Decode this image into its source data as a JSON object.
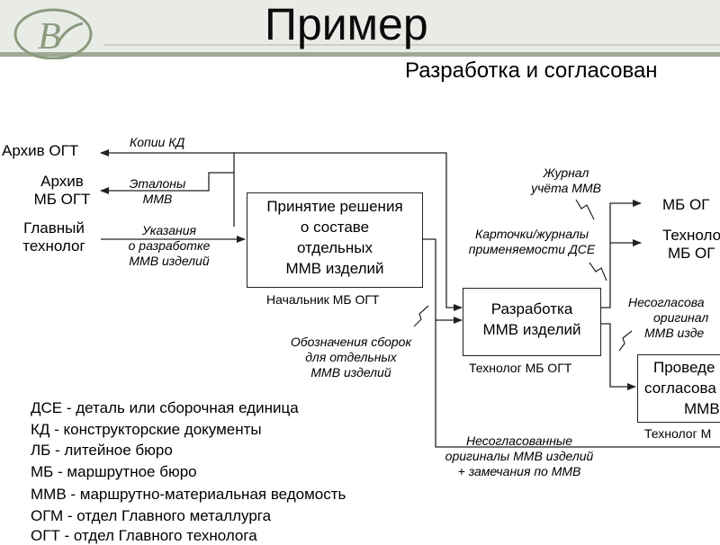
{
  "slide": {
    "title": "Пример",
    "subtitle": "Разработка и согласован"
  },
  "left_labels": {
    "archive_ogt": "Архив ОГТ",
    "archive_mb_line1": "Архив",
    "archive_mb_line2": "МБ ОГТ",
    "chief_line1": "Главный",
    "chief_line2": "технолог"
  },
  "arrow_labels": {
    "copies_kd": "Копии КД",
    "etalons_line1": "Эталоны",
    "etalons_line2": "ММВ",
    "instructions_line1": "Указания",
    "instructions_line2": "о разработке",
    "instructions_line3": "ММВ изделий",
    "journal_line1": "Журнал",
    "journal_line2": "учёта ММВ",
    "cards_line1": "Карточки/журналы",
    "cards_line2": "применяемости ДСЕ",
    "notations_line1": "Обозначения сборок",
    "notations_line2": "для отдельных",
    "notations_line3": "ММВ изделий",
    "unagreed_right_line1": "Несогласова",
    "unagreed_right_line2": "оригинал",
    "unagreed_right_line3": "ММВ изде",
    "unagreed_bottom_line1": "Несогласованные",
    "unagreed_bottom_line2": "оригиналы ММВ изделий",
    "unagreed_bottom_line3": "+ замечания по ММВ"
  },
  "boxes": {
    "decision": {
      "lines": [
        "Принятие решения",
        "о составе",
        "отдельных",
        "ММВ изделий"
      ],
      "owner": "Начальник МБ ОГТ"
    },
    "development": {
      "lines": [
        "Разработка",
        "ММВ изделий"
      ],
      "owner": "Технолог МБ ОГТ"
    },
    "approval": {
      "lines": [
        "Проведе",
        "согласова",
        "ММВ"
      ],
      "owner": "Технолог М"
    }
  },
  "right_labels": {
    "mb_ogt": "МБ ОГ",
    "techno_line1": "Техноло",
    "techno_line2": "МБ ОГ"
  },
  "legend": [
    "ДСЕ - деталь или сборочная единица",
    "КД - конструкторские документы",
    "ЛБ - литейное бюро",
    "МБ - маршрутное бюро",
    "ММВ - маршрутно-материальная ведомость",
    "ОГМ - отдел Главного металлурга",
    "ОГТ - отдел Главного технолога"
  ],
  "colors": {
    "header_bg": "#e9ece6",
    "header_band": "#9fa894",
    "logo_color": "#8a9a7e",
    "line_color": "#222222"
  }
}
